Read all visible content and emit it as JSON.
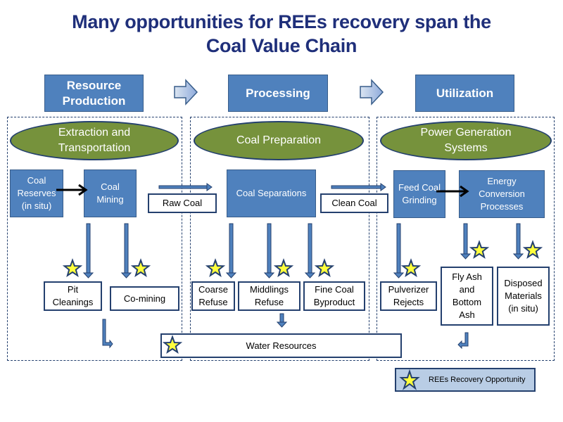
{
  "title": {
    "line1": "Many opportunities for REEs recovery span the",
    "line2": "Coal Value Chain"
  },
  "stages": [
    {
      "label": "Resource Production"
    },
    {
      "label": "Processing"
    },
    {
      "label": "Utilization"
    }
  ],
  "ovals": [
    {
      "label": "Extraction and Transportation"
    },
    {
      "label": "Coal Preparation"
    },
    {
      "label": "Power Generation Systems"
    }
  ],
  "process_boxes": {
    "coal_reserves": "Coal Reserves (in situ)",
    "coal_mining": "Coal Mining",
    "coal_separations": "Coal Separations",
    "feed_coal_grinding": "Feed Coal Grinding",
    "energy_conversion": "Energy Conversion Processes"
  },
  "flow_labels": {
    "raw_coal": "Raw Coal",
    "clean_coal": "Clean Coal"
  },
  "outputs": {
    "pit_cleanings": "Pit Cleanings",
    "co_mining": "Co-mining",
    "coarse_refuse": "Coarse Refuse",
    "middlings_refuse": "Middlings Refuse",
    "fine_coal_byproduct": "Fine Coal Byproduct",
    "pulverizer_rejects": "Pulverizer Rejects",
    "fly_ash": "Fly Ash and Bottom Ash",
    "disposed_materials": "Disposed Materials (in situ)",
    "water_resources": "Water Resources"
  },
  "legend": {
    "label": "REEs Recovery  Opportunity",
    "icon": "star-icon"
  },
  "colors": {
    "stage_blue": "#4f81bd",
    "oval_green": "#76923c",
    "navy": "#24406e",
    "star_yellow": "#ffff3c",
    "legend_bg": "#b9cde5",
    "title": "#1f2f7a"
  }
}
